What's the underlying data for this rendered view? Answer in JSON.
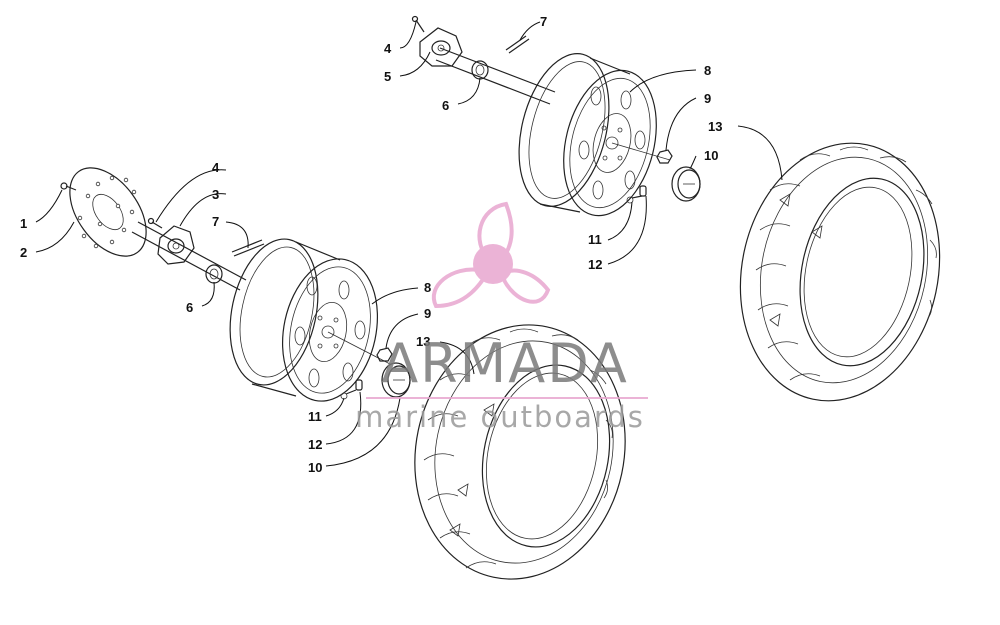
{
  "callouts": [
    {
      "id": "c1",
      "text": "1"
    },
    {
      "id": "c2",
      "text": "2"
    },
    {
      "id": "c3",
      "text": "3"
    },
    {
      "id": "c4a",
      "text": "4"
    },
    {
      "id": "c4b",
      "text": "4"
    },
    {
      "id": "c5",
      "text": "5"
    },
    {
      "id": "c6a",
      "text": "6"
    },
    {
      "id": "c6b",
      "text": "6"
    },
    {
      "id": "c7a",
      "text": "7"
    },
    {
      "id": "c7b",
      "text": "7"
    },
    {
      "id": "c8a",
      "text": "8"
    },
    {
      "id": "c8b",
      "text": "8"
    },
    {
      "id": "c9a",
      "text": "9"
    },
    {
      "id": "c9b",
      "text": "9"
    },
    {
      "id": "c10a",
      "text": "10"
    },
    {
      "id": "c10b",
      "text": "10"
    },
    {
      "id": "c11a",
      "text": "11"
    },
    {
      "id": "c11b",
      "text": "11"
    },
    {
      "id": "c12a",
      "text": "12"
    },
    {
      "id": "c12b",
      "text": "12"
    },
    {
      "id": "c13a",
      "text": "13"
    },
    {
      "id": "c13b",
      "text": "13"
    }
  ],
  "watermark": {
    "brand": "ARMADA",
    "tagline": "marine outboards",
    "colors": {
      "pink": "#e8a6cf",
      "ring": "#f3c9e3"
    }
  }
}
